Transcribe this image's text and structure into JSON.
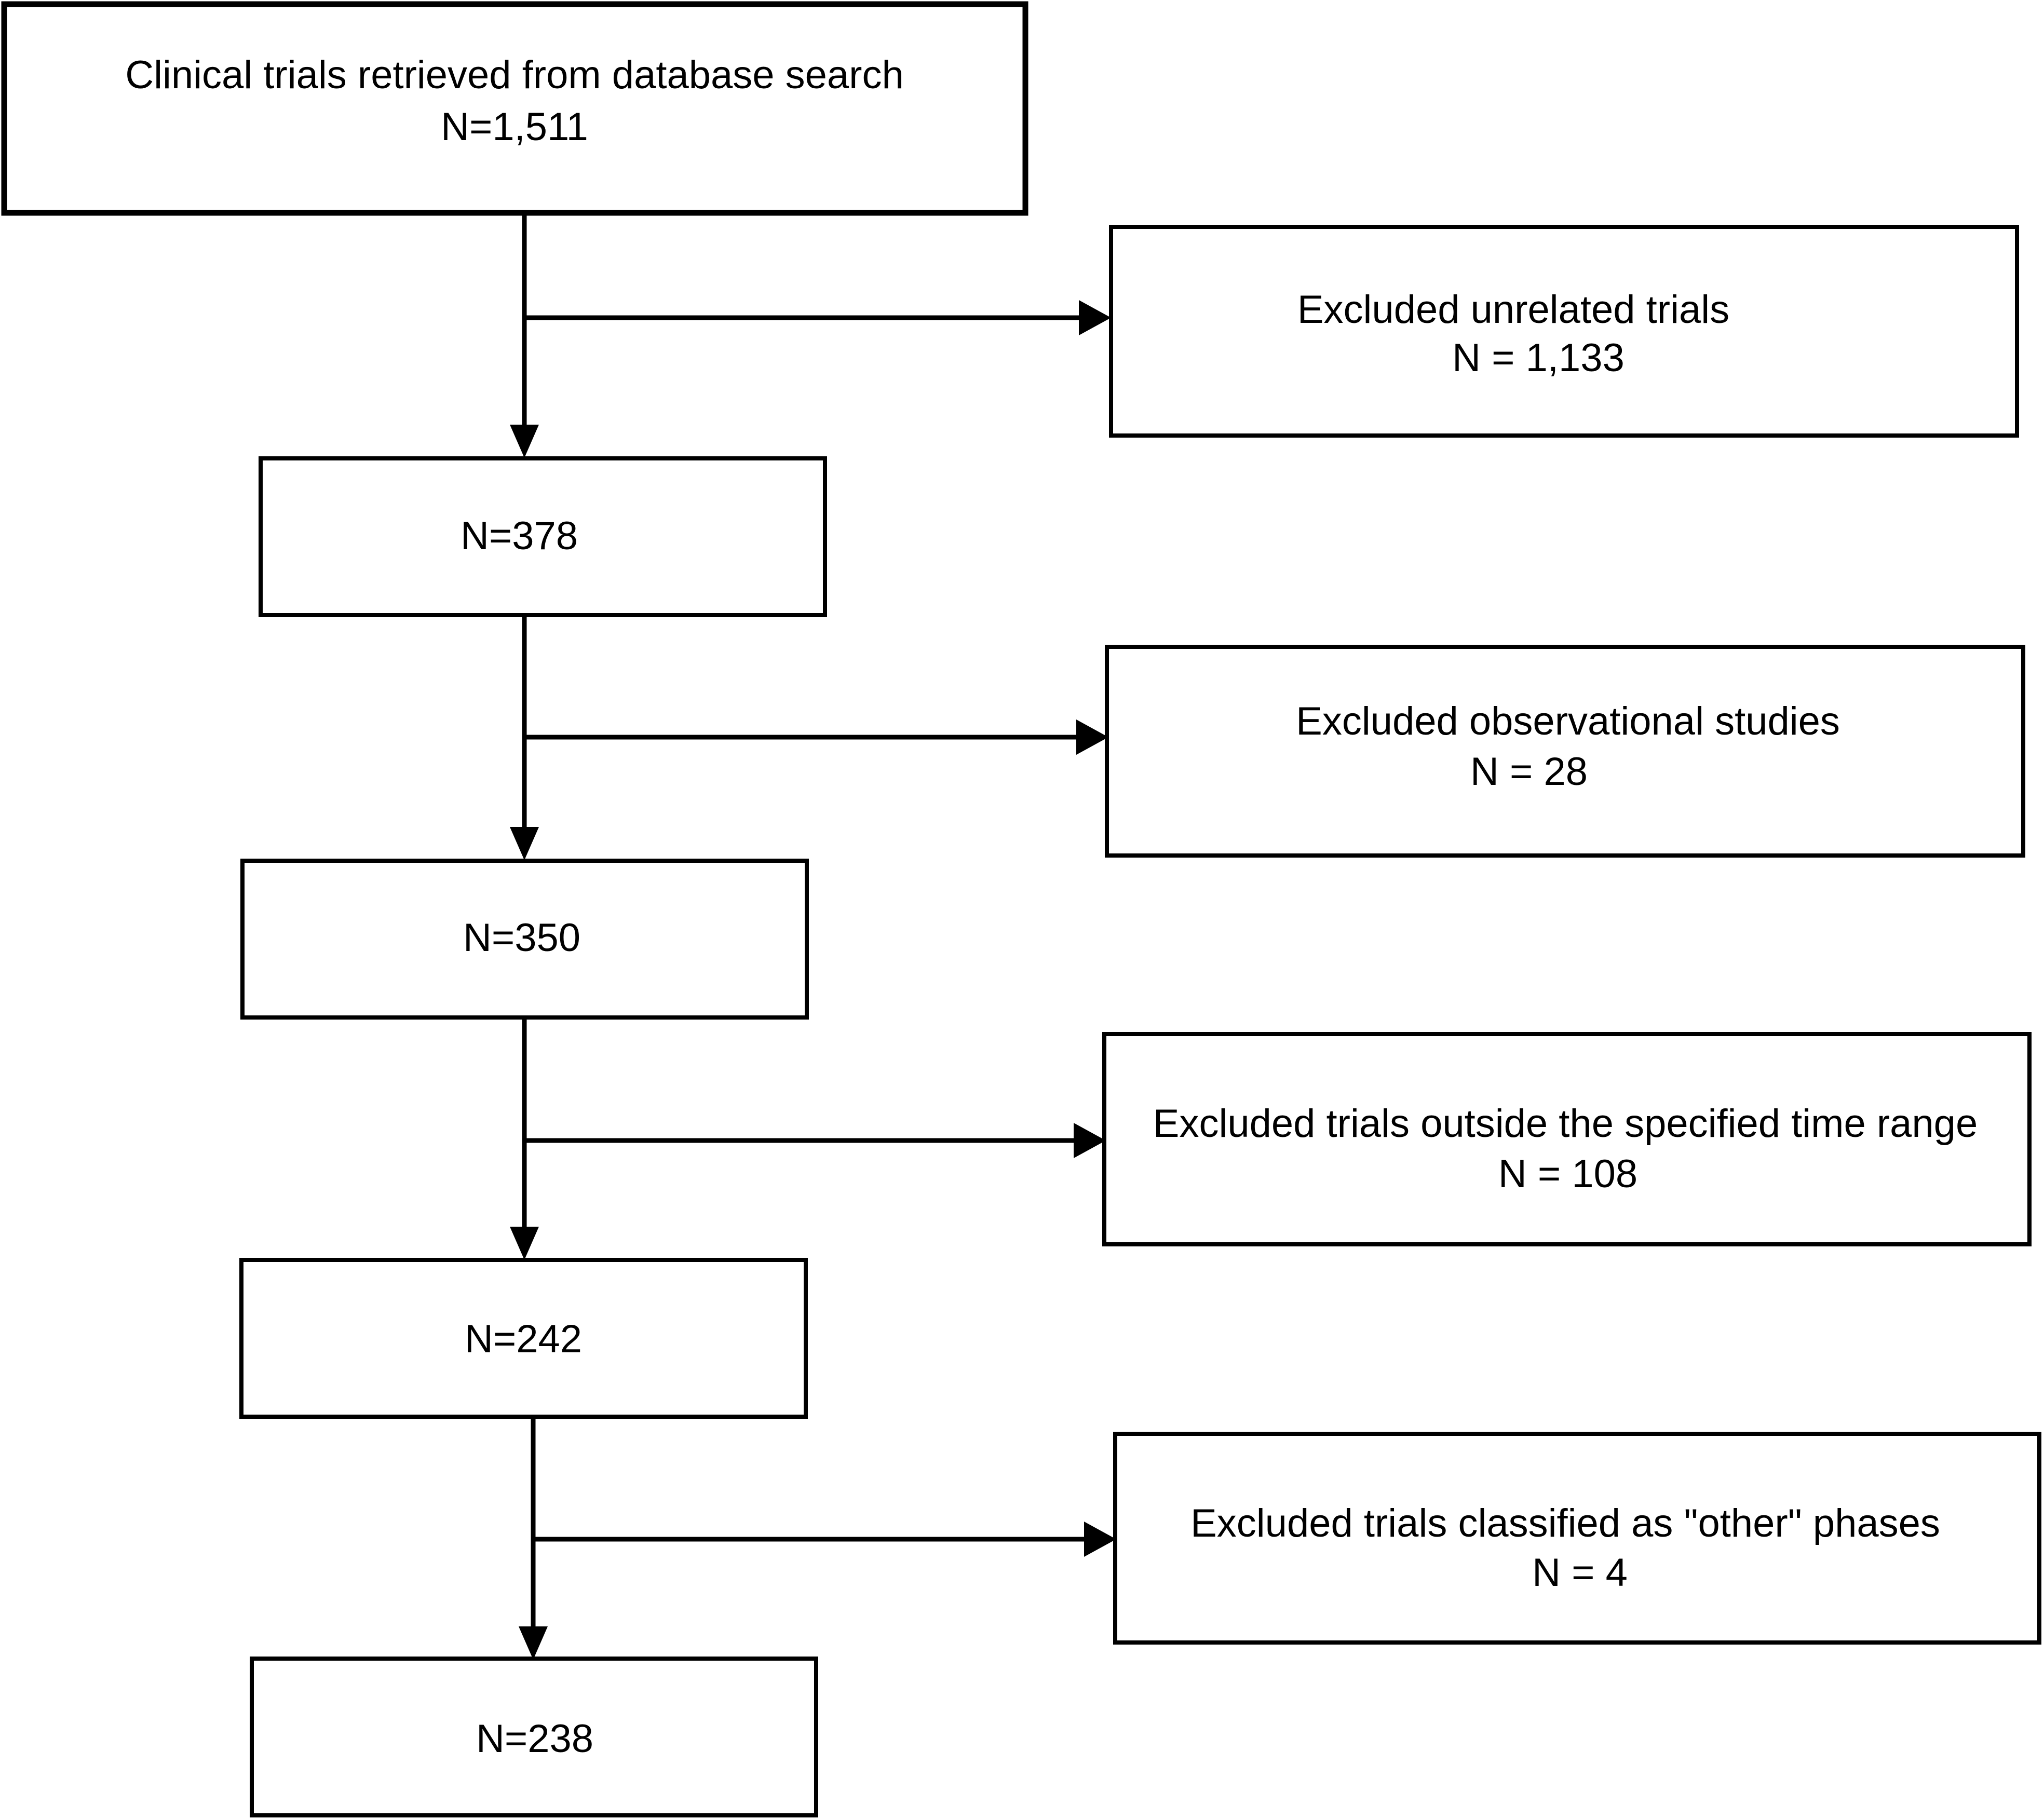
{
  "flow": {
    "boxes": [
      {
        "id": "retrieved",
        "lines": [
          "Clinical trials retrieved from database search",
          "N=1,511"
        ]
      },
      {
        "id": "excluded_unrelated",
        "lines": [
          "Excluded unrelated trials",
          "N = 1,133"
        ]
      },
      {
        "id": "after_unrelated",
        "lines": [
          "N=378"
        ]
      },
      {
        "id": "excluded_observational",
        "lines": [
          "Excluded observational studies",
          "N = 28"
        ]
      },
      {
        "id": "after_observational",
        "lines": [
          "N=350"
        ]
      },
      {
        "id": "excluded_time_range",
        "lines": [
          "Excluded trials outside the specified time range",
          "N = 108"
        ]
      },
      {
        "id": "after_time_range",
        "lines": [
          "N=242"
        ]
      },
      {
        "id": "excluded_other_phases",
        "lines": [
          "Excluded trials classified as \"other\" phases",
          "N = 4"
        ]
      },
      {
        "id": "final",
        "lines": [
          "N=238"
        ]
      }
    ]
  }
}
